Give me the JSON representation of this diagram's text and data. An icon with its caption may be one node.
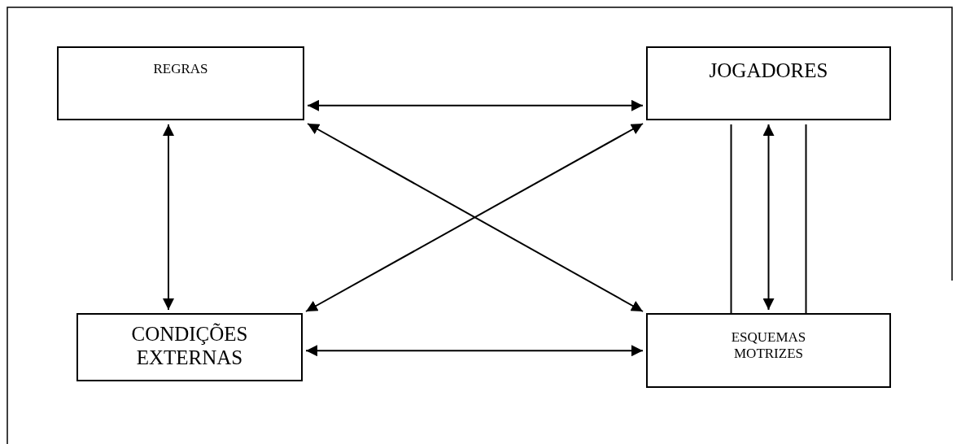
{
  "diagram": {
    "nodes": [
      {
        "text": [
          "REGRAS"
        ]
      },
      {
        "text": [
          "JOGADORES"
        ]
      },
      {
        "text": [
          "CONDIÇÕES EXTERNAS"
        ]
      },
      {
        "text": [
          "ESQUEMAS MOTRIZES"
        ]
      }
    ],
    "edges": [
      {
        "from": 0,
        "to": 1,
        "arrow": "both"
      },
      {
        "from": 0,
        "to": 2,
        "arrow": "both"
      },
      {
        "from": 0,
        "to": 3,
        "arrow": "both"
      },
      {
        "from": 1,
        "to": 2,
        "arrow": "both"
      },
      {
        "from": 2,
        "to": 3,
        "arrow": "both"
      },
      {
        "from": 1,
        "to": 3,
        "arrow": "both"
      },
      {
        "from": 1,
        "to": 3,
        "arrow": "none"
      },
      {
        "from": 1,
        "to": 3,
        "arrow": "none"
      }
    ]
  }
}
